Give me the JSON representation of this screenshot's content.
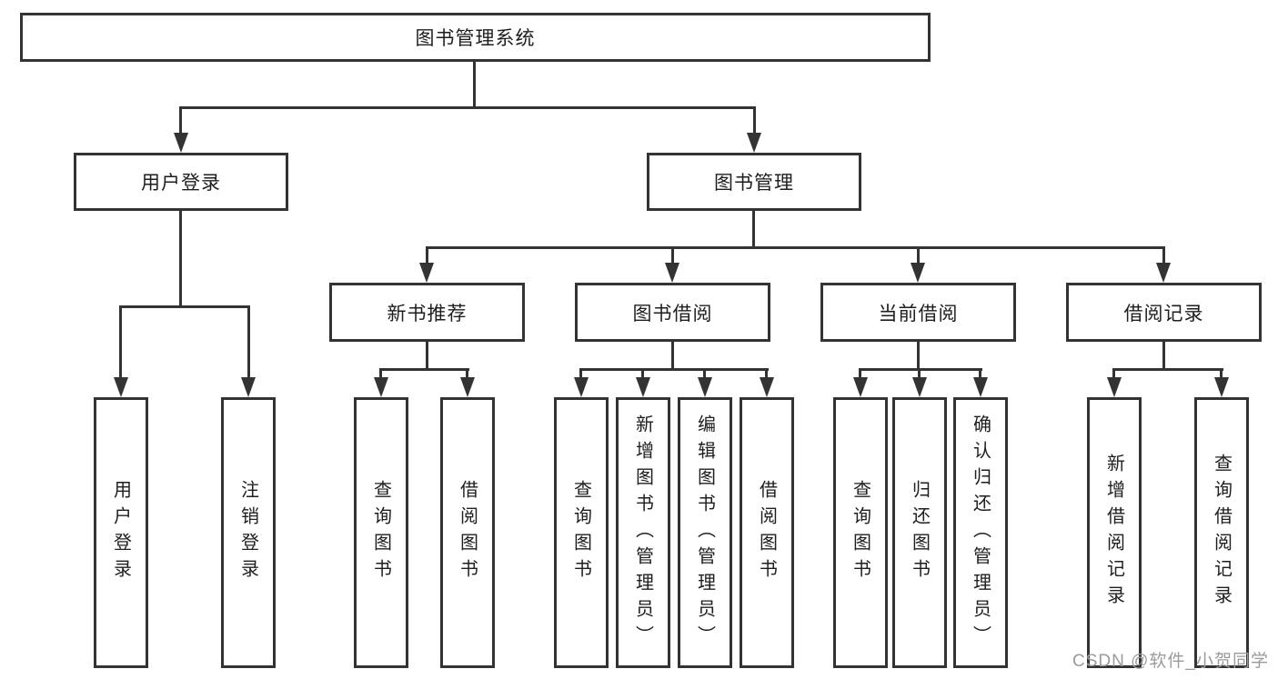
{
  "title": "图书管理系统",
  "tree": {
    "label": "图书管理系统",
    "children": [
      {
        "label": "用户登录",
        "children": [
          {
            "label": "用户登录"
          },
          {
            "label": "注销登录"
          }
        ]
      },
      {
        "label": "图书管理",
        "children": [
          {
            "label": "新书推荐",
            "children": [
              {
                "label": "查询图书"
              },
              {
                "label": "借阅图书"
              }
            ]
          },
          {
            "label": "图书借阅",
            "children": [
              {
                "label": "查询图书"
              },
              {
                "label": "新增图书（管理员）"
              },
              {
                "label": "编辑图书（管理员）"
              },
              {
                "label": "借阅图书"
              }
            ]
          },
          {
            "label": "当前借阅",
            "children": [
              {
                "label": "查询图书"
              },
              {
                "label": "归还图书"
              },
              {
                "label": "确认归还（管理员）"
              }
            ]
          },
          {
            "label": "借阅记录",
            "children": [
              {
                "label": "新增借阅记录"
              },
              {
                "label": "查询借阅记录"
              }
            ]
          }
        ]
      }
    ]
  },
  "watermark": "CSDN @软件_小贺同学",
  "icons": {
    "connector_arrow": "triangle-down"
  },
  "colors": {
    "line": "#333333",
    "text": "#1e1e1e",
    "box_background": "#ffffff",
    "watermark": "#9b9b9b"
  }
}
